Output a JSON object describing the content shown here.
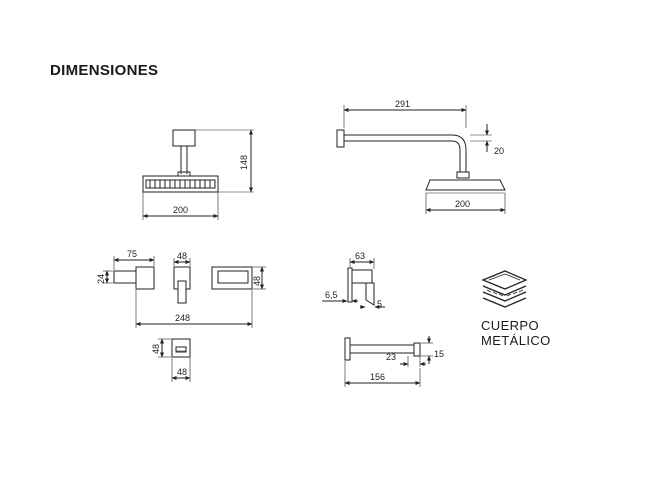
{
  "header": {
    "title": "DIMENSIONES"
  },
  "dims": {
    "shower_height": "148",
    "shower_width_front": "200",
    "arm_length": "291",
    "arm_drop": "20",
    "shower_width_side": "200",
    "valve_handle": "75",
    "valve_height_left": "24",
    "valve_body_width": "48",
    "valve_height_right": "48",
    "valve_total": "248",
    "small_height": "48",
    "small_width": "48",
    "spout_top": "63",
    "spout_offset": "6,5",
    "spout_thickness": "5",
    "spout_nozzle": "23",
    "spout_drop": "15",
    "spout_length": "156"
  },
  "badge": {
    "line1": "CUERPO",
    "line2": "METÁLICO",
    "icon": "layered-metal-icon"
  }
}
